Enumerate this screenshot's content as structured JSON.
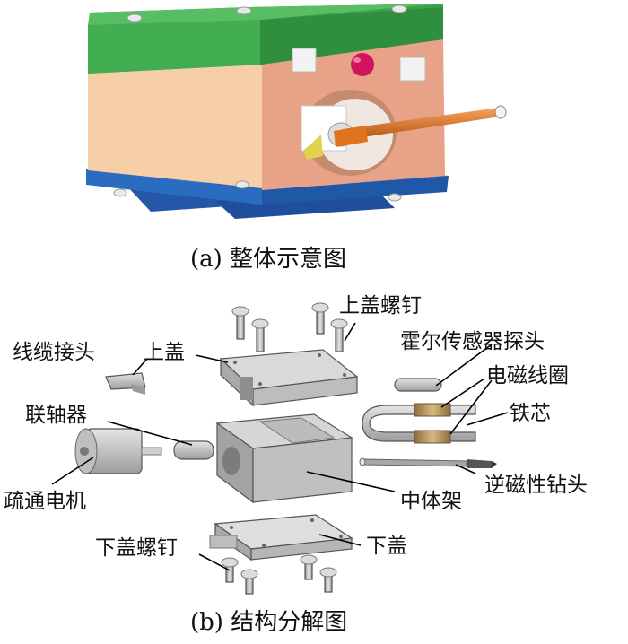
{
  "captions": {
    "a": "(a)  整体示意图",
    "b": "(b)  结构分解图"
  },
  "labels": {
    "top_cover_screws": "上盖螺钉",
    "cable_connector": "线缆接头",
    "top_cover": "上盖",
    "hall_sensor_probe": "霍尔传感器探头",
    "em_coil": "电磁线圈",
    "coupling": "联轴器",
    "iron_core": "铁芯",
    "dredge_motor": "疏通电机",
    "anti_magnetic_drill": "逆磁性钻头",
    "middle_frame": "中体架",
    "bottom_cover_screws": "下盖螺钉",
    "bottom_cover": "下盖"
  },
  "colors": {
    "top_green": "#3aa24a",
    "front_peach": "#f6cfa6",
    "side_salmon": "#e8a287",
    "base_blue": "#2a6cc0",
    "magenta": "#d0145e",
    "rod_orange": "#e2731e",
    "metal_gray": "#c9c9c9"
  }
}
